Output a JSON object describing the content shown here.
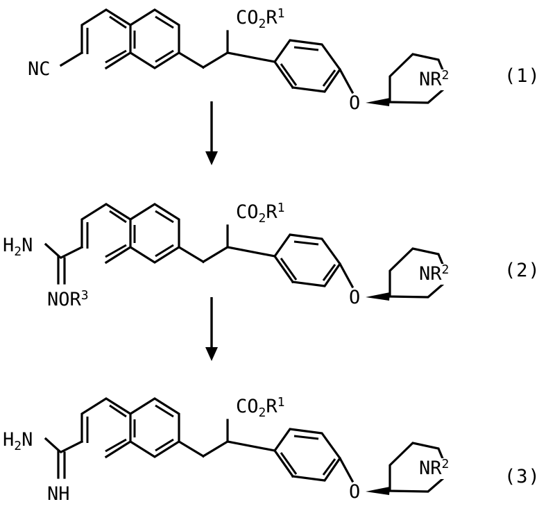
{
  "document": {
    "kind": "chemical-reaction-scheme",
    "title": "Synthesis scheme converting a nitrile to an amidoxime to an amidine",
    "background_color": "#ffffff",
    "line_color": "#000000",
    "step_count": 3,
    "arrow_count": 2
  },
  "structures": [
    {
      "id": "structure-1",
      "number_label": "(1)",
      "substituent_label": "NC",
      "substituent_name": "nitrile",
      "core": "naphthalene",
      "ester_label_main": "CO",
      "ester_label_sub": "2",
      "ester_label_r": "R",
      "ester_label_r_sup": "1",
      "ether_label": "O",
      "amine_label_main": "NR",
      "amine_label_sup": "2",
      "ring_label": "piperidine"
    },
    {
      "id": "structure-2",
      "number_label": "(2)",
      "substituent_label_main": "H",
      "substituent_label_sub": "2",
      "substituent_label_tail": "N",
      "substituent_label_lower_main": "NOR",
      "substituent_label_lower_sup": "3",
      "substituent_name": "amidoxime",
      "core": "naphthalene",
      "ester_label_main": "CO",
      "ester_label_sub": "2",
      "ester_label_r": "R",
      "ester_label_r_sup": "1",
      "ether_label": "O",
      "amine_label_main": "NR",
      "amine_label_sup": "2",
      "ring_label": "piperidine"
    },
    {
      "id": "structure-3",
      "number_label": "(3)",
      "substituent_label_main": "H",
      "substituent_label_sub": "2",
      "substituent_label_tail": "N",
      "substituent_label_lower_main": "NH",
      "substituent_name": "amidine",
      "core": "naphthalene",
      "ester_label_main": "CO",
      "ester_label_sub": "2",
      "ester_label_r": "R",
      "ester_label_r_sup": "1",
      "ether_label": "O",
      "amine_label_main": "NR",
      "amine_label_sup": "2",
      "ring_label": "piperidine"
    }
  ],
  "arrows": [
    {
      "id": "arrow-1",
      "direction": "down",
      "from_structure": "structure-1",
      "to_structure": "structure-2"
    },
    {
      "id": "arrow-2",
      "direction": "down",
      "from_structure": "structure-2",
      "to_structure": "structure-3"
    }
  ],
  "chart_data": {
    "type": "diagram",
    "title": "Reaction scheme (1) to (2) to (3)",
    "nodes": [
      "(1)",
      "(2)",
      "(3)"
    ],
    "edges": [
      [
        "(1)",
        "(2)"
      ],
      [
        "(2)",
        "(3)"
      ]
    ]
  }
}
